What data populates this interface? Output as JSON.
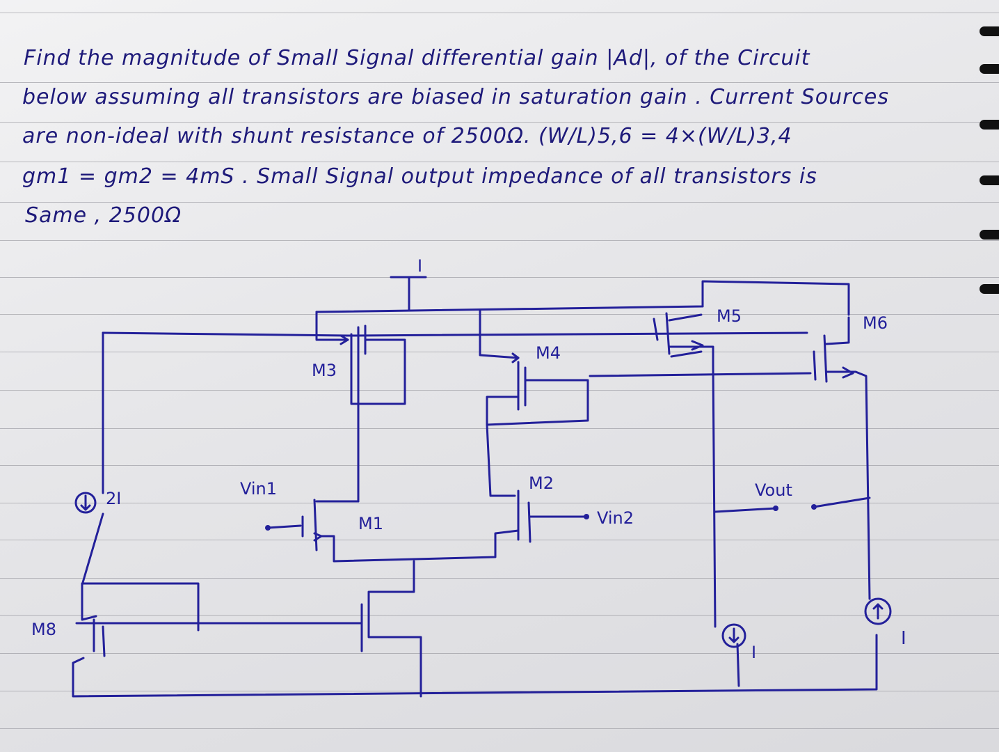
{
  "question": {
    "lines": [
      "Find the magnitude of Small Signal differential gain |Ad|, of the Circuit",
      "below assuming all transistors are biased in saturation gain . Current Sources",
      "are non-ideal with shunt resistance of 2500Ω.  (W/L)5,6 = 4×(W/L)3,4",
      "gm1 = gm2 = 4mS .  Small Signal output impedance of all transistors is",
      "Same , 2500Ω"
    ]
  },
  "circuit": {
    "supply_label": "I",
    "transistors": [
      "M1",
      "M2",
      "M3",
      "M4",
      "M5",
      "M6",
      "M8"
    ],
    "sources": {
      "left_source": "2I",
      "mid_source": "I",
      "right_source": "I"
    },
    "inputs": {
      "in1": "Vin1",
      "in2": "Vin2"
    },
    "output": "Vout"
  },
  "colors": {
    "ink": "#23209a",
    "paper": "#e3e3e6",
    "rule": "#8a8a92"
  }
}
